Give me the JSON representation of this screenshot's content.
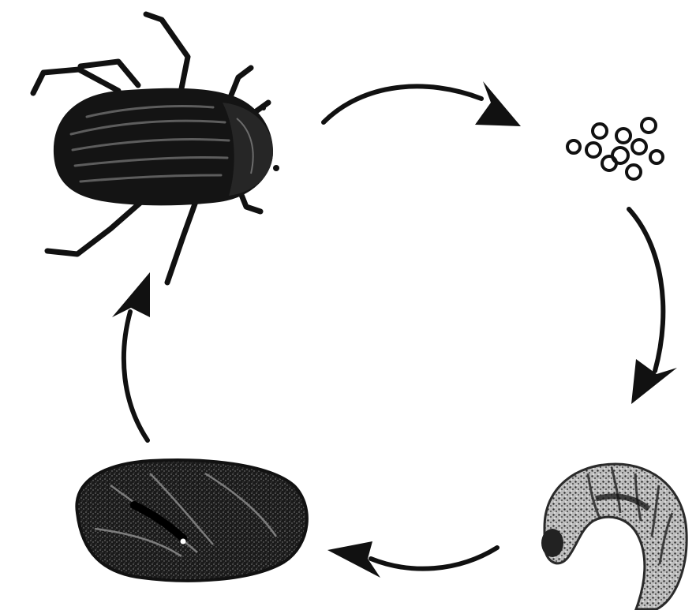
{
  "diagram": {
    "stages": [
      {
        "id": "adult",
        "icon": "adult-beetle-icon"
      },
      {
        "id": "eggs",
        "icon": "eggs-icon"
      },
      {
        "id": "larva",
        "icon": "larva-grub-icon"
      },
      {
        "id": "pupa",
        "icon": "pupa-icon"
      }
    ],
    "cycle_direction": "clockwise",
    "colors": {
      "ink": "#111111",
      "background": "#ffffff"
    }
  }
}
